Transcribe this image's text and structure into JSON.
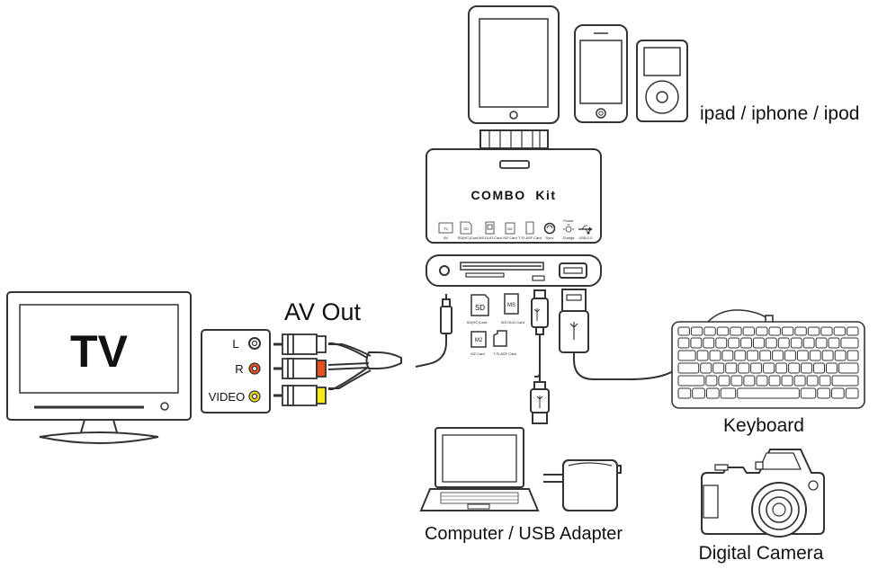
{
  "colors": {
    "line": "#333333",
    "rca_white": "#ffffff",
    "rca_red": "#e8501f",
    "rca_yellow": "#f5ea14",
    "red_ring": "#e8501f",
    "yellow_ring": "#e9d21a"
  },
  "labels": {
    "devices": "ipad / iphone / ipod",
    "kit_title": "COMBO  Kit",
    "av_out": "AV Out",
    "tv": "TV",
    "keyboard": "Keyboard",
    "computer": "Computer / USB Adapter",
    "camera": "Digital Camera"
  },
  "rca": {
    "l": "L",
    "r": "R",
    "video": "VIDEO"
  },
  "kit_icons": {
    "tv_icon_text": "TV",
    "sd_icon_text": "SD",
    "ms_icon_text": "MS",
    "m2_icon_text": "M2",
    "captions": [
      "AV",
      "SD(HC)Card",
      "MS DUO Card",
      "M2 Card",
      "T-FLASF Card",
      "Sync",
      "Charge",
      "USB 2.0"
    ],
    "power_text": "Power"
  },
  "cards": {
    "sd_text": "SD",
    "sd_caption": "SD(HC)Card",
    "ms_text": "MS",
    "ms_caption": "MS DUO Card",
    "m2_text": "M2",
    "m2_caption": "M2 Card",
    "tflash_caption": "T-FLASF Card"
  }
}
